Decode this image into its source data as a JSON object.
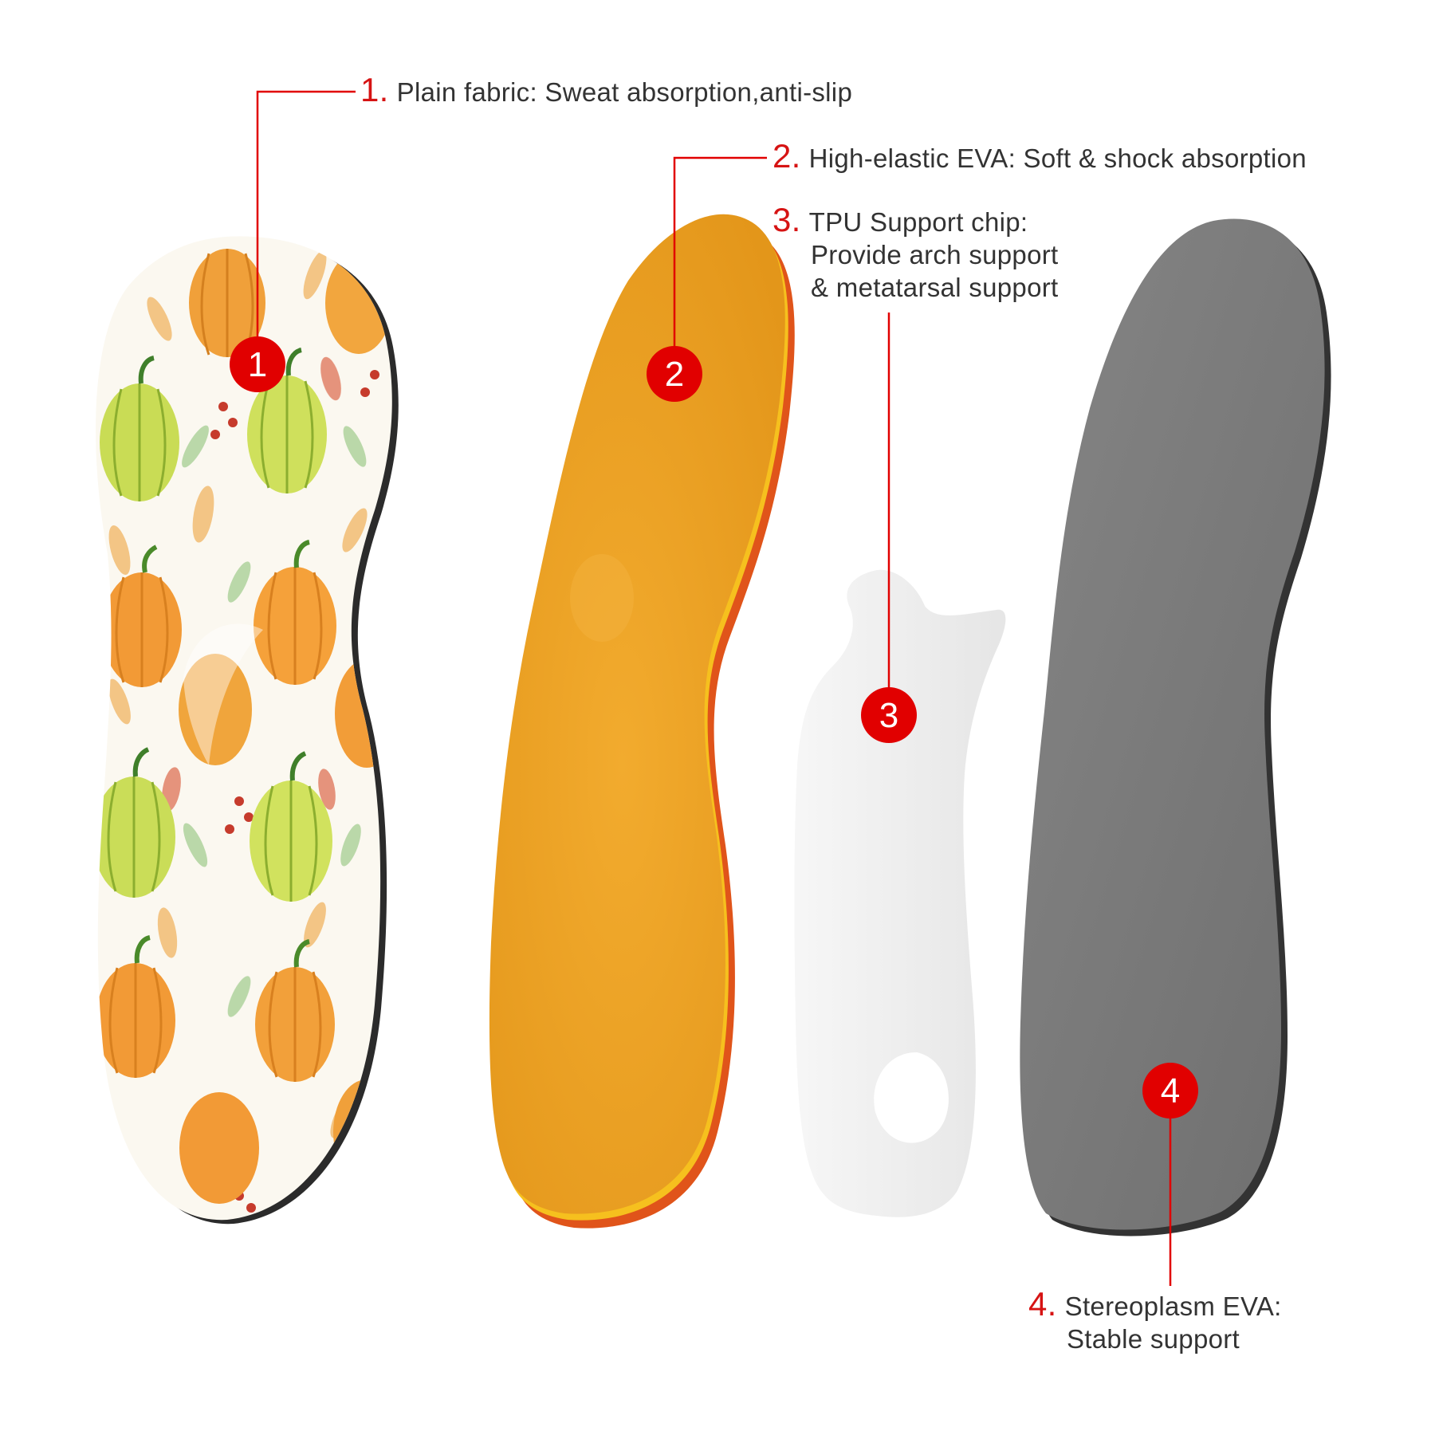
{
  "colors": {
    "accent_red": "#e10000",
    "text": "#333333",
    "eva_orange": "#eba120",
    "tpu_white": "#f0f0f0",
    "base_grey": "#7a7a7a"
  },
  "layers": [
    {
      "number": "1.",
      "badge": "1",
      "name": "fabric-layer",
      "lines": [
        "Plain fabric: Sweat absorption,anti-slip"
      ]
    },
    {
      "number": "2.",
      "badge": "2",
      "name": "eva-layer",
      "lines": [
        "High-elastic EVA: Soft & shock absorption"
      ]
    },
    {
      "number": "3.",
      "badge": "3",
      "name": "tpu-chip",
      "lines": [
        "TPU Support chip:",
        "Provide arch support",
        "& metatarsal support"
      ]
    },
    {
      "number": "4.",
      "badge": "4",
      "name": "base-layer",
      "lines": [
        "Stereoplasm EVA:",
        "Stable support"
      ]
    }
  ]
}
